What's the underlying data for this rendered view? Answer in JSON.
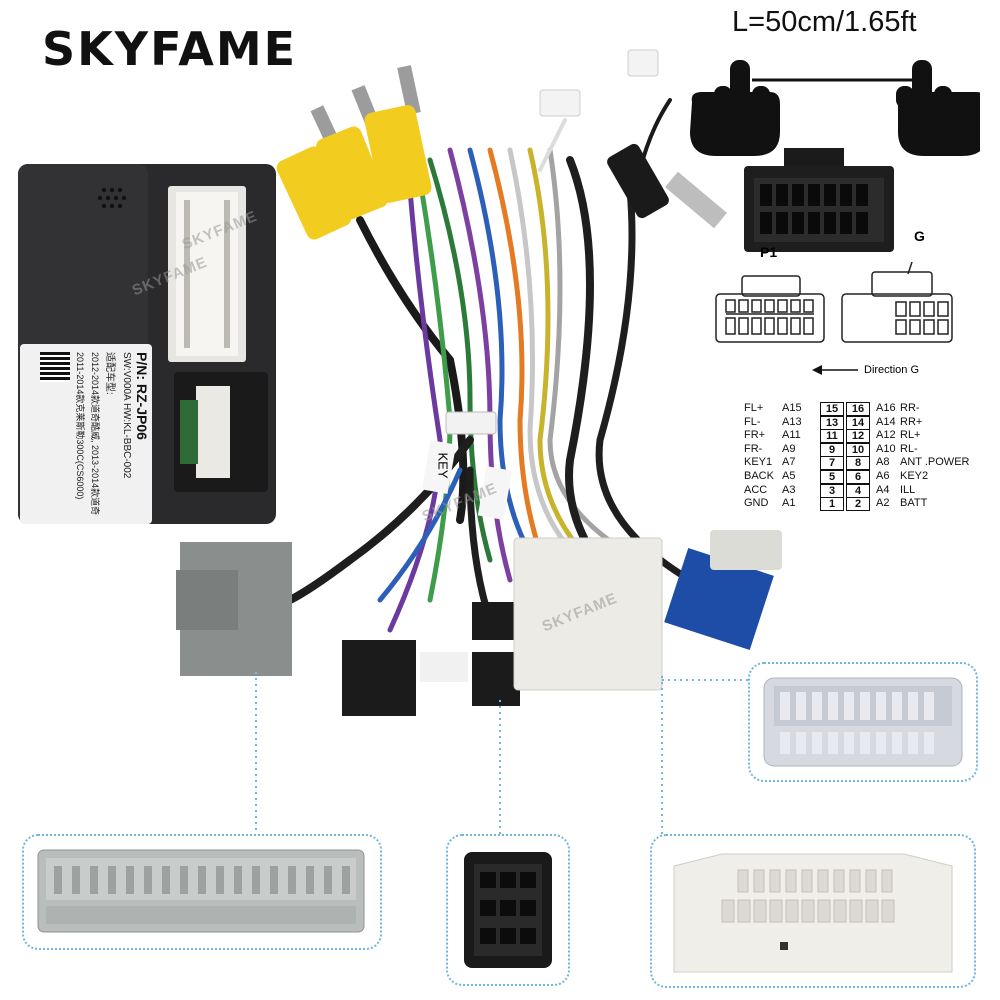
{
  "brand": "SKYFAME",
  "cable_length": "L=50cm/1.65ft",
  "watermark": "SKYFAME",
  "connector_labels": {
    "p1": "P1",
    "g": "G"
  },
  "direction_label": "Direction G",
  "module_label": {
    "part_number": "P/N: RZ-JP06",
    "sw_hw": "SW:V000A  HW:KL-BBC-002",
    "fit_line": "适配车型:",
    "fit_line_1": "2012-2014款道奇酷威, 2013-2014款道奇",
    "fit_line_2": "2011-2014款克莱斯勒300C(CS6000)"
  },
  "cable_tag_key": "KEY",
  "pinout": {
    "left": [
      {
        "name": "FL+",
        "pin": "A15",
        "num": "15"
      },
      {
        "name": "FL-",
        "pin": "A13",
        "num": "13"
      },
      {
        "name": "FR+",
        "pin": "A11",
        "num": "11"
      },
      {
        "name": "FR-",
        "pin": "A9",
        "num": "9"
      },
      {
        "name": "KEY1",
        "pin": "A7",
        "num": "7"
      },
      {
        "name": "BACK",
        "pin": "A5",
        "num": "5"
      },
      {
        "name": "ACC",
        "pin": "A3",
        "num": "3"
      },
      {
        "name": "GND",
        "pin": "A1",
        "num": "1"
      }
    ],
    "right": [
      {
        "name": "RR-",
        "pin": "A16",
        "num": "16"
      },
      {
        "name": "RR+",
        "pin": "A14",
        "num": "14"
      },
      {
        "name": "RL+",
        "pin": "A12",
        "num": "12"
      },
      {
        "name": "RL-",
        "pin": "A10",
        "num": "10"
      },
      {
        "name": "ANT .POWER",
        "pin": "A8",
        "num": "8"
      },
      {
        "name": "KEY2",
        "pin": "A6",
        "num": "6"
      },
      {
        "name": "ILL",
        "pin": "A4",
        "num": "4"
      },
      {
        "name": "BATT",
        "pin": "A2",
        "num": "2"
      }
    ]
  }
}
